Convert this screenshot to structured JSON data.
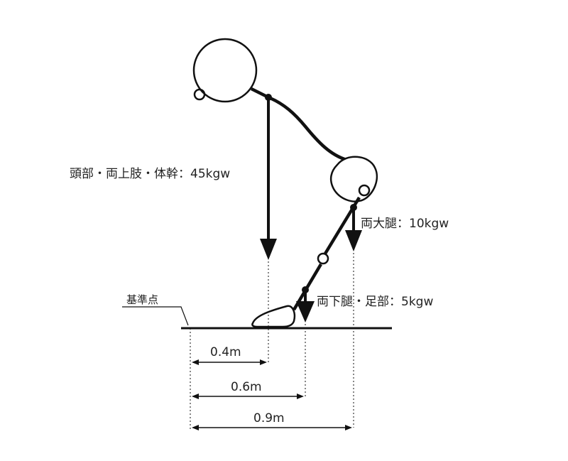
{
  "labels": {
    "head_arms_trunk": "頭部・両上肢・体幹：45kgw",
    "thighs": "両大腿：10kgw",
    "lower_legs_feet": "両下腿・足部：5kgw",
    "reference_point": "基準点",
    "dist_1": "0.4m",
    "dist_2": "0.6m",
    "dist_3": "0.9m"
  },
  "colors": {
    "ink": "#111111",
    "background": "#ffffff"
  }
}
